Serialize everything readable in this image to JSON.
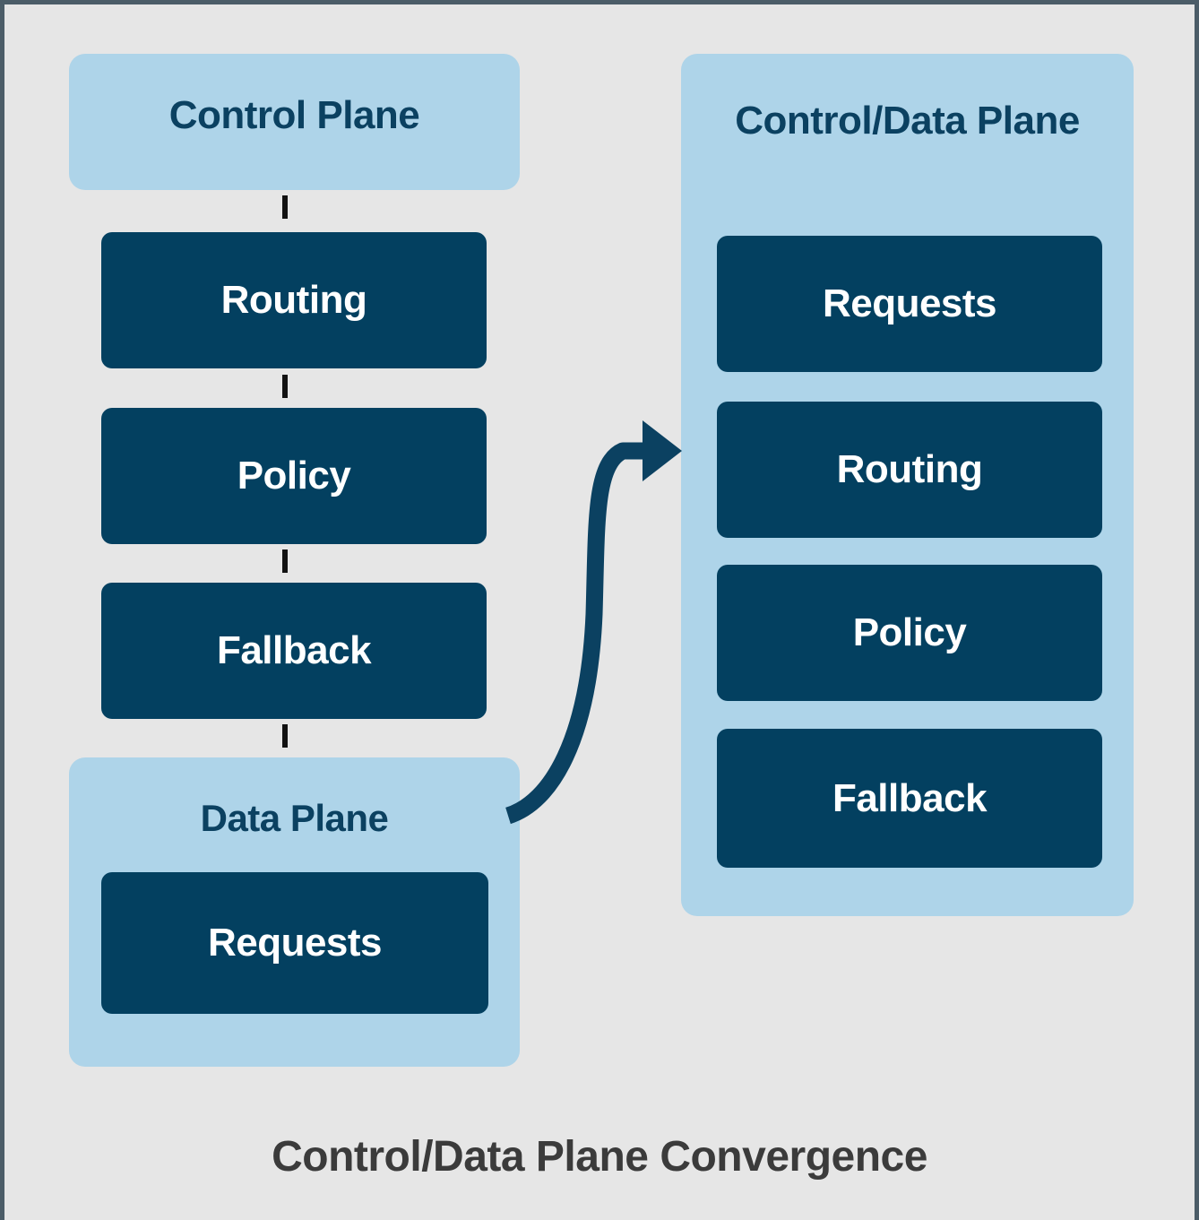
{
  "diagram": {
    "caption": "Control/Data Plane Convergence",
    "colors": {
      "background": "#e6e6e6",
      "border": "#4c5d68",
      "panel": "#aed4e9",
      "node": "#034060",
      "node_text": "#ffffff",
      "panel_title_text": "#0b4161",
      "caption_text": "#3b3b3b",
      "connector": "#121212",
      "arrow": "#0b4161"
    },
    "left_column": {
      "control_plane": {
        "title": "Control Plane",
        "nodes": [
          {
            "label": "Routing"
          },
          {
            "label": "Policy"
          },
          {
            "label": "Fallback"
          }
        ]
      },
      "data_plane": {
        "title": "Data Plane",
        "nodes": [
          {
            "label": "Requests"
          }
        ]
      }
    },
    "right_column": {
      "converged": {
        "title": "Control/Data Plane",
        "nodes": [
          {
            "label": "Requests"
          },
          {
            "label": "Routing"
          },
          {
            "label": "Policy"
          },
          {
            "label": "Fallback"
          }
        ]
      }
    },
    "arrow": {
      "name": "convergence-arrow",
      "from": "Data Plane",
      "to": "Control/Data Plane"
    }
  }
}
